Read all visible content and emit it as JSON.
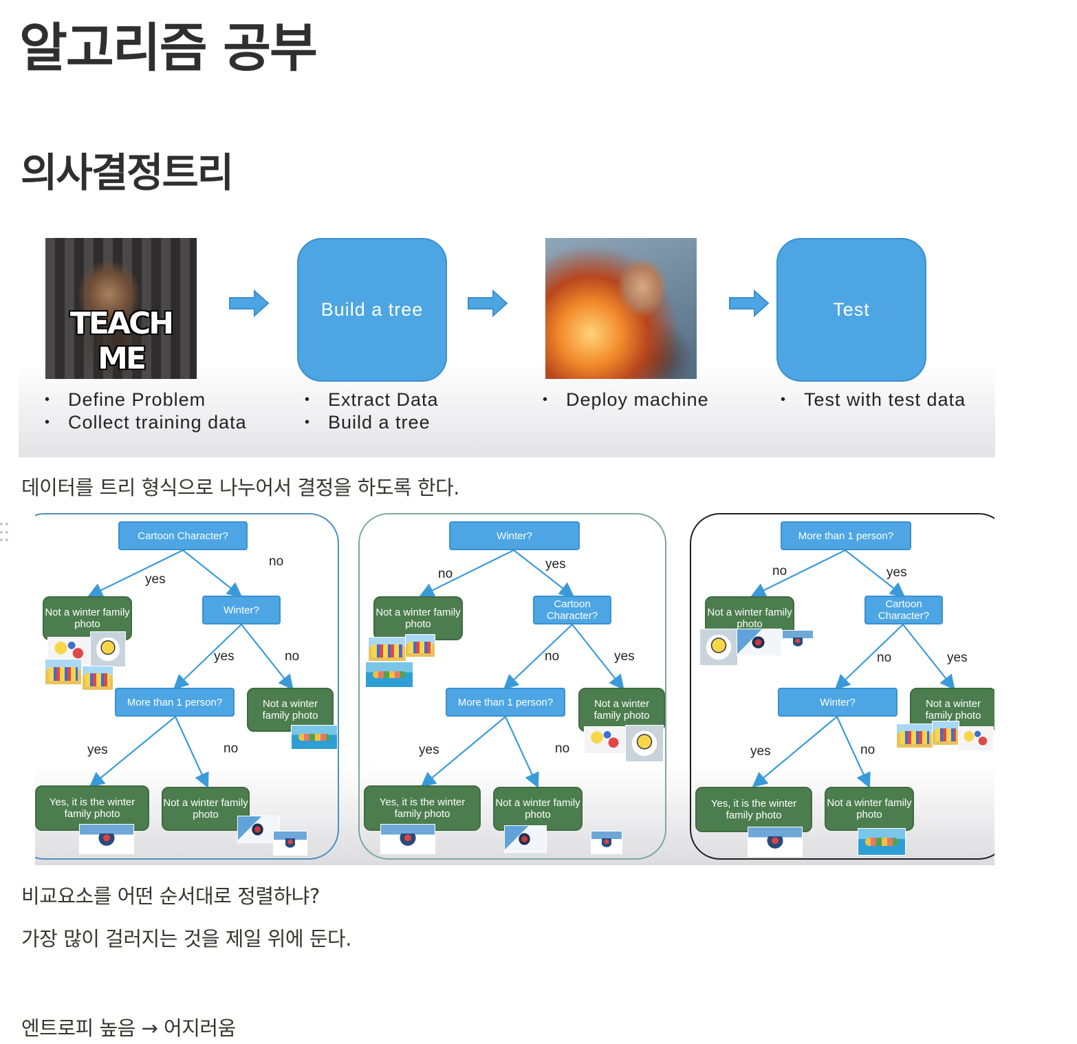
{
  "page": {
    "title": "알고리즘 공부",
    "section_title": "의사결정트리"
  },
  "slide1": {
    "photo_caption": "TEACH ME",
    "box_build": "Build a tree",
    "box_test": "Test",
    "bullets_1": [
      "Define Problem",
      "Collect training data"
    ],
    "bullets_2": [
      "Extract Data",
      "Build a tree"
    ],
    "bullets_3": [
      "Deploy machine"
    ],
    "bullets_4": [
      "Test with test data"
    ],
    "colors": {
      "box_fill": "#4da6e3",
      "box_border": "#3a8fcf"
    }
  },
  "para1": "데이터를 트리 형식으로 나누어서 결정을 하도록 한다.",
  "slide2": {
    "tree1": {
      "root": "Cartoon Character?",
      "yes": "yes",
      "no": "no",
      "leaf_left": "Not a winter family photo",
      "q2": "Winter?",
      "q2_yes": "yes",
      "q2_no": "no",
      "leaf_right": "Not a winter family photo",
      "q3": "More than 1 person?",
      "q3_yes": "yes",
      "q3_no": "no",
      "leaf_yes": "Yes, it is the winter family photo",
      "leaf_no": "Not a winter family photo"
    },
    "tree2": {
      "root": "Winter?",
      "no": "no",
      "yes": "yes",
      "leaf_left": "Not a winter family photo",
      "q2": "Cartoon Character?",
      "q2_no": "no",
      "q2_yes": "yes",
      "leaf_right": "Not a winter family photo",
      "q3": "More than 1 person?",
      "q3_yes": "yes",
      "q3_no": "no",
      "leaf_yes": "Yes, it is the winter family photo",
      "leaf_no": "Not a winter family photo"
    },
    "tree3": {
      "root": "More than 1 person?",
      "no": "no",
      "yes": "yes",
      "leaf_left": "Not a winter family photo",
      "q2": "Cartoon Character?",
      "q2_no": "no",
      "q2_yes": "yes",
      "leaf_right": "Not a winter family photo",
      "q3": "Winter?",
      "q3_yes": "yes",
      "q3_no": "no",
      "leaf_yes": "Yes, it is the winter family photo",
      "leaf_no": "Not a winter family photo"
    },
    "colors": {
      "question": "#4da6e3",
      "answer": "#4c7d4e",
      "edge": "#3a9ad9"
    }
  },
  "para2": "비교요소를 어떤 순서대로 정렬하냐?",
  "para3": "가장 많이 걸러지는 것을 제일 위에 둔다.",
  "para4": "엔트로피 높음 → 어지러움"
}
